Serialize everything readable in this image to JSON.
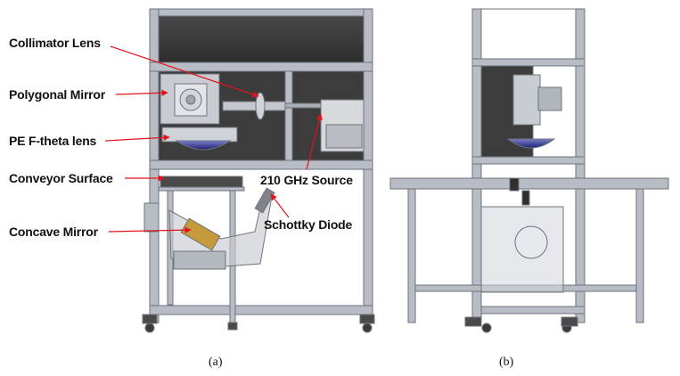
{
  "labels": {
    "collimator_lens": "Collimator Lens",
    "polygonal_mirror": "Polygonal Mirror",
    "pe_ftheta_lens": "PE F-theta lens",
    "conveyor_surface": "Conveyor Surface",
    "concave_mirror": "Concave Mirror",
    "source_210ghz": "210 GHz Source",
    "schottky_diode": "Schottky Diode"
  },
  "captions": {
    "a": "(a)",
    "b": "(b)"
  },
  "colors": {
    "frame": "#b8bcc4",
    "frame_edge": "#6e737c",
    "enclosure_dark": "#404040",
    "arrow": "#e0141e",
    "lens_blue": "#2c2f86"
  }
}
